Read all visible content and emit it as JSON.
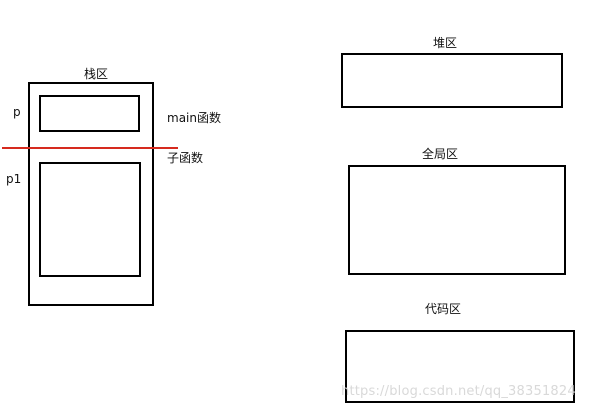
{
  "diagram": {
    "stack": {
      "label": "栈区",
      "pointer_top": "p",
      "pointer_bottom": "p1",
      "main_func_label": "main函数",
      "sub_func_label": "子函数"
    },
    "heap": {
      "label": "堆区"
    },
    "global": {
      "label": "全局区"
    },
    "code": {
      "label": "代码区"
    },
    "divider_color": "#d62a1e"
  },
  "watermark": "https://blog.csdn.net/qq_38351824"
}
